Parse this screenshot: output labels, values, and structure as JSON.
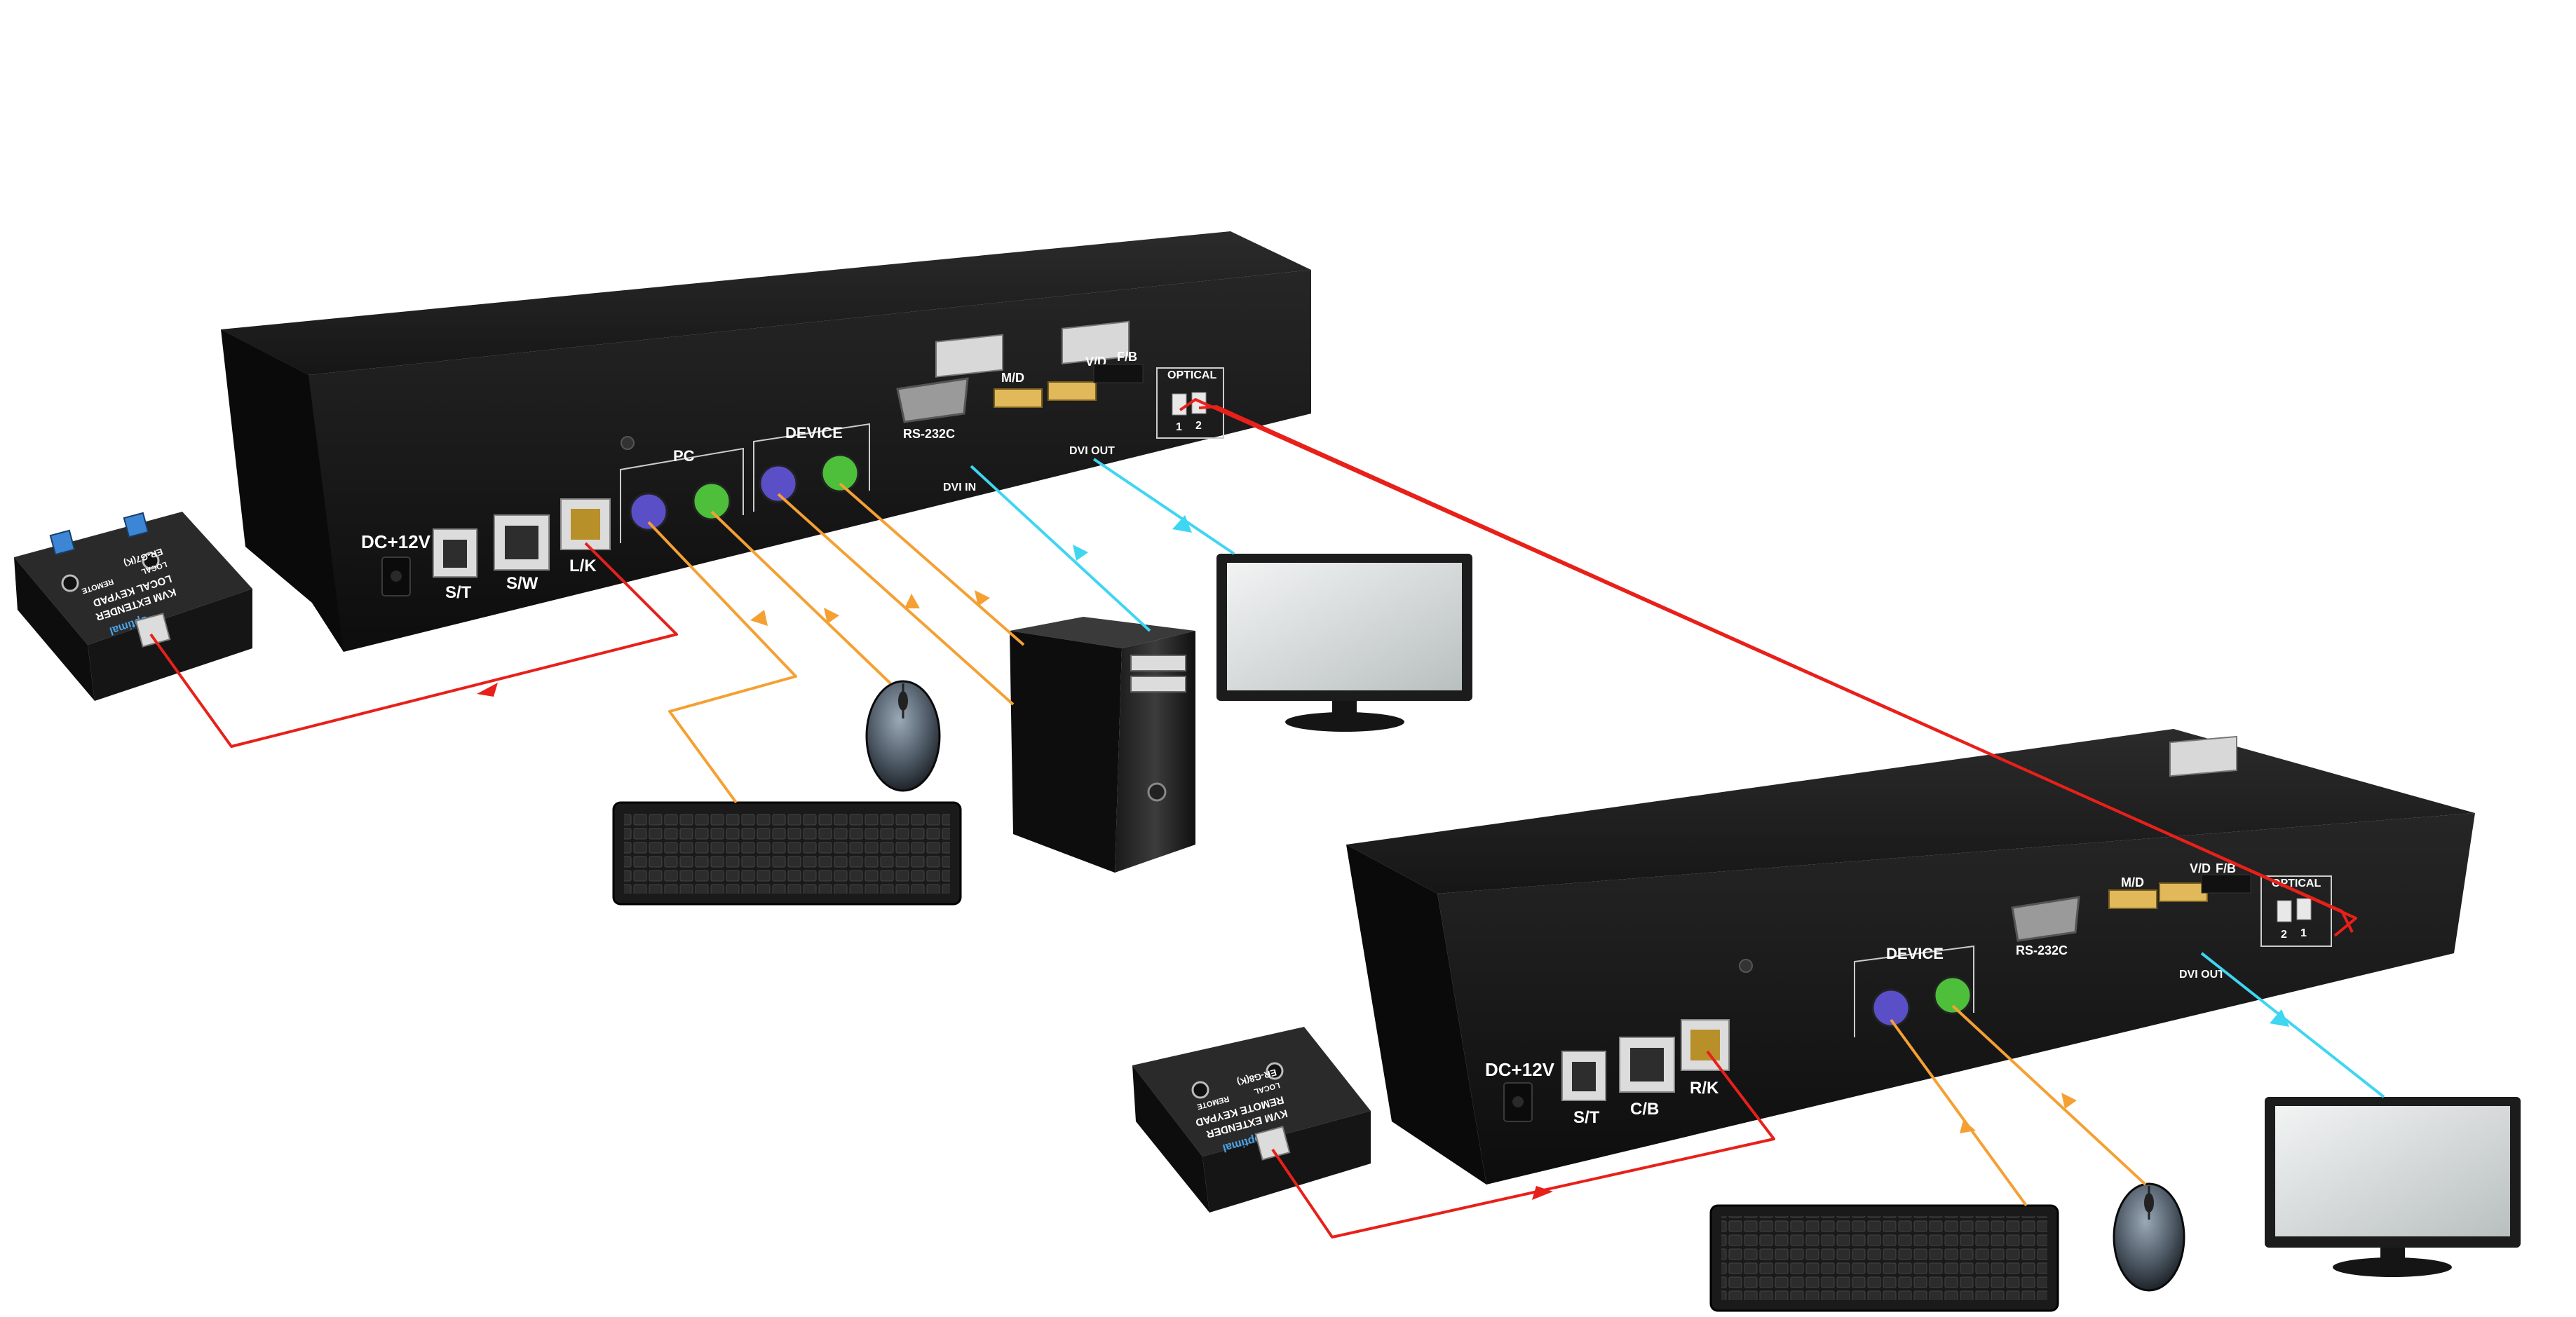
{
  "local_unit": {
    "power_label": "DC+12V",
    "ports": [
      "S/T",
      "S/W",
      "L/K"
    ],
    "pc_group": "PC",
    "device_group": "DEVICE",
    "serial": "RS-232C",
    "md": "M/D",
    "vd": "V/D",
    "fb": "F/B",
    "dvi_in": "DVI IN",
    "dvi_out": "DVI OUT",
    "optical": "OPTICAL",
    "optical_ports": [
      "1",
      "2"
    ]
  },
  "remote_unit": {
    "power_label": "DC+12V",
    "ports": [
      "S/T",
      "C/B",
      "R/K"
    ],
    "device_group": "DEVICE",
    "serial": "RS-232C",
    "md": "M/D",
    "vd": "V/D",
    "fb": "F/B",
    "dvi_out": "DVI OUT",
    "optical": "OPTICAL",
    "optical_ports": [
      "2",
      "1"
    ]
  },
  "local_keypad": {
    "brand": "optimal",
    "model": "ER-G7(K)",
    "title1": "KVM EXTENDER",
    "title2": "LOCAL KEYPAD",
    "b1": "LOCAL",
    "b2": "REMOTE"
  },
  "remote_keypad": {
    "brand": "optimal",
    "model": "ER-G8(K)",
    "title1": "KVM EXTENDER",
    "title2": "REMOTE KEYPAD",
    "b1": "LOCAL",
    "b2": "REMOTE"
  },
  "colors": {
    "keypad_cable": "#e8201a",
    "ps2_cable": "#f5a033",
    "video_cable": "#3ed6f0",
    "fiber": "#e8201a",
    "chassis": "#1b1b1b",
    "ps2_keyboard": "#5b4fc8",
    "ps2_mouse": "#4dbf3a"
  }
}
